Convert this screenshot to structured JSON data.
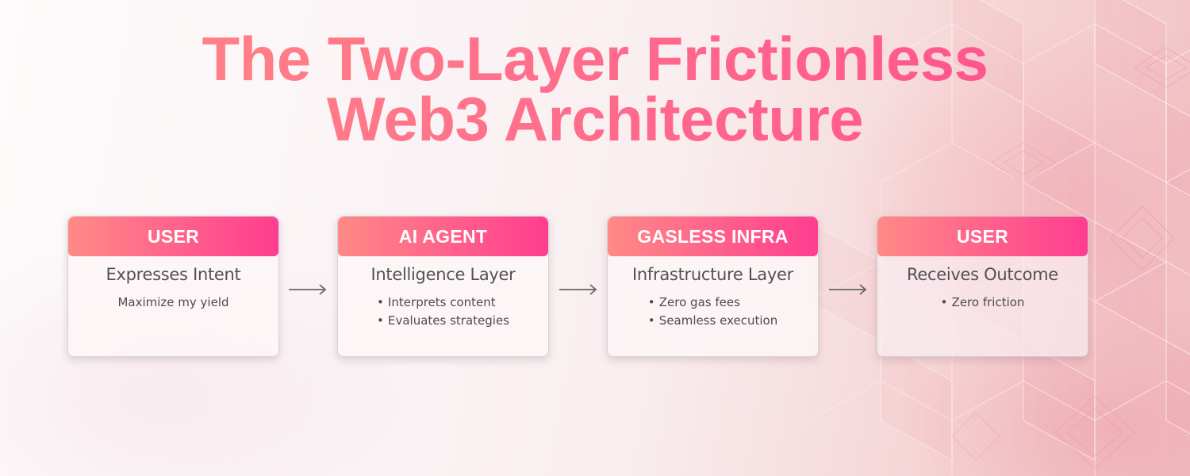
{
  "title": {
    "line1": "The Two-Layer Frictionless",
    "line2": "Web3 Architecture"
  },
  "colors": {
    "title_gradient_start": "#ff8c84",
    "title_gradient_end": "#ff4a90",
    "header_gradient_start": "#ff8a86",
    "header_gradient_end": "#ff3d8f",
    "body_text": "#4f4a4e",
    "arrow": "#666666"
  },
  "flow": {
    "cards": [
      {
        "header": "USER",
        "subtitle": "Expresses Intent",
        "description": "Maximize my yield",
        "bullets": []
      },
      {
        "header": "AI AGENT",
        "subtitle": "Intelligence Layer",
        "bullets": [
          "Interprets content",
          "Evaluates strategies"
        ]
      },
      {
        "header": "GASLESS INFRA",
        "subtitle": "Infrastructure Layer",
        "bullets": [
          "Zero gas fees",
          "Seamless execution"
        ]
      },
      {
        "header": "USER",
        "subtitle": "Receives Outcome",
        "bullets": [
          "Zero friction"
        ]
      }
    ],
    "connectors": [
      {
        "icon": "arrow-right-icon",
        "from": 0,
        "to": 1
      },
      {
        "icon": "arrow-right-icon",
        "from": 1,
        "to": 2
      },
      {
        "icon": "arrow-right-icon",
        "from": 2,
        "to": 3
      }
    ],
    "bullet_glyph": "•"
  }
}
